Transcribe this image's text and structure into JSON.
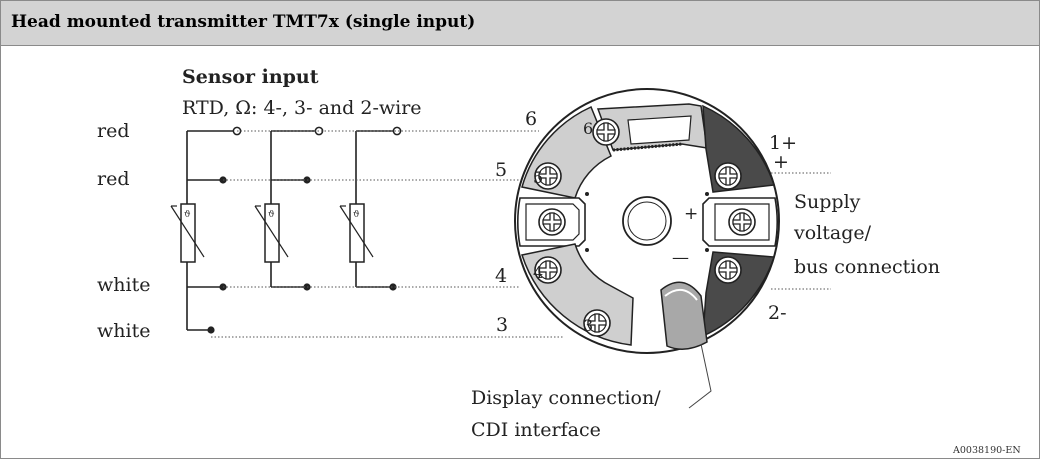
{
  "header": {
    "title": "Head mounted transmitter TMT7x (single input)"
  },
  "sensor": {
    "title": "Sensor input",
    "subtitle": "RTD, Ω: 4-, 3- and 2-wire",
    "wires": [
      "red",
      "red",
      "white",
      "white"
    ],
    "resistor_symbol": "ϑ"
  },
  "terminals": {
    "t6": "6",
    "t5": "5",
    "t4": "4",
    "t3": "3",
    "t1_label": "1+",
    "t1_plus": "+",
    "t2_label": "2-",
    "center_plus": "+",
    "center_minus": "—"
  },
  "supply": {
    "line1": "Supply",
    "line2": "voltage/",
    "line3": "bus connection"
  },
  "display": {
    "line1": "Display connection/",
    "line2": "CDI interface"
  },
  "figure_id": "A0038190-EN",
  "colors": {
    "header_bg": "#d3d3d3",
    "terminal_gray": "#c8c8c8",
    "terminal_dark": "#4a4a4a"
  }
}
